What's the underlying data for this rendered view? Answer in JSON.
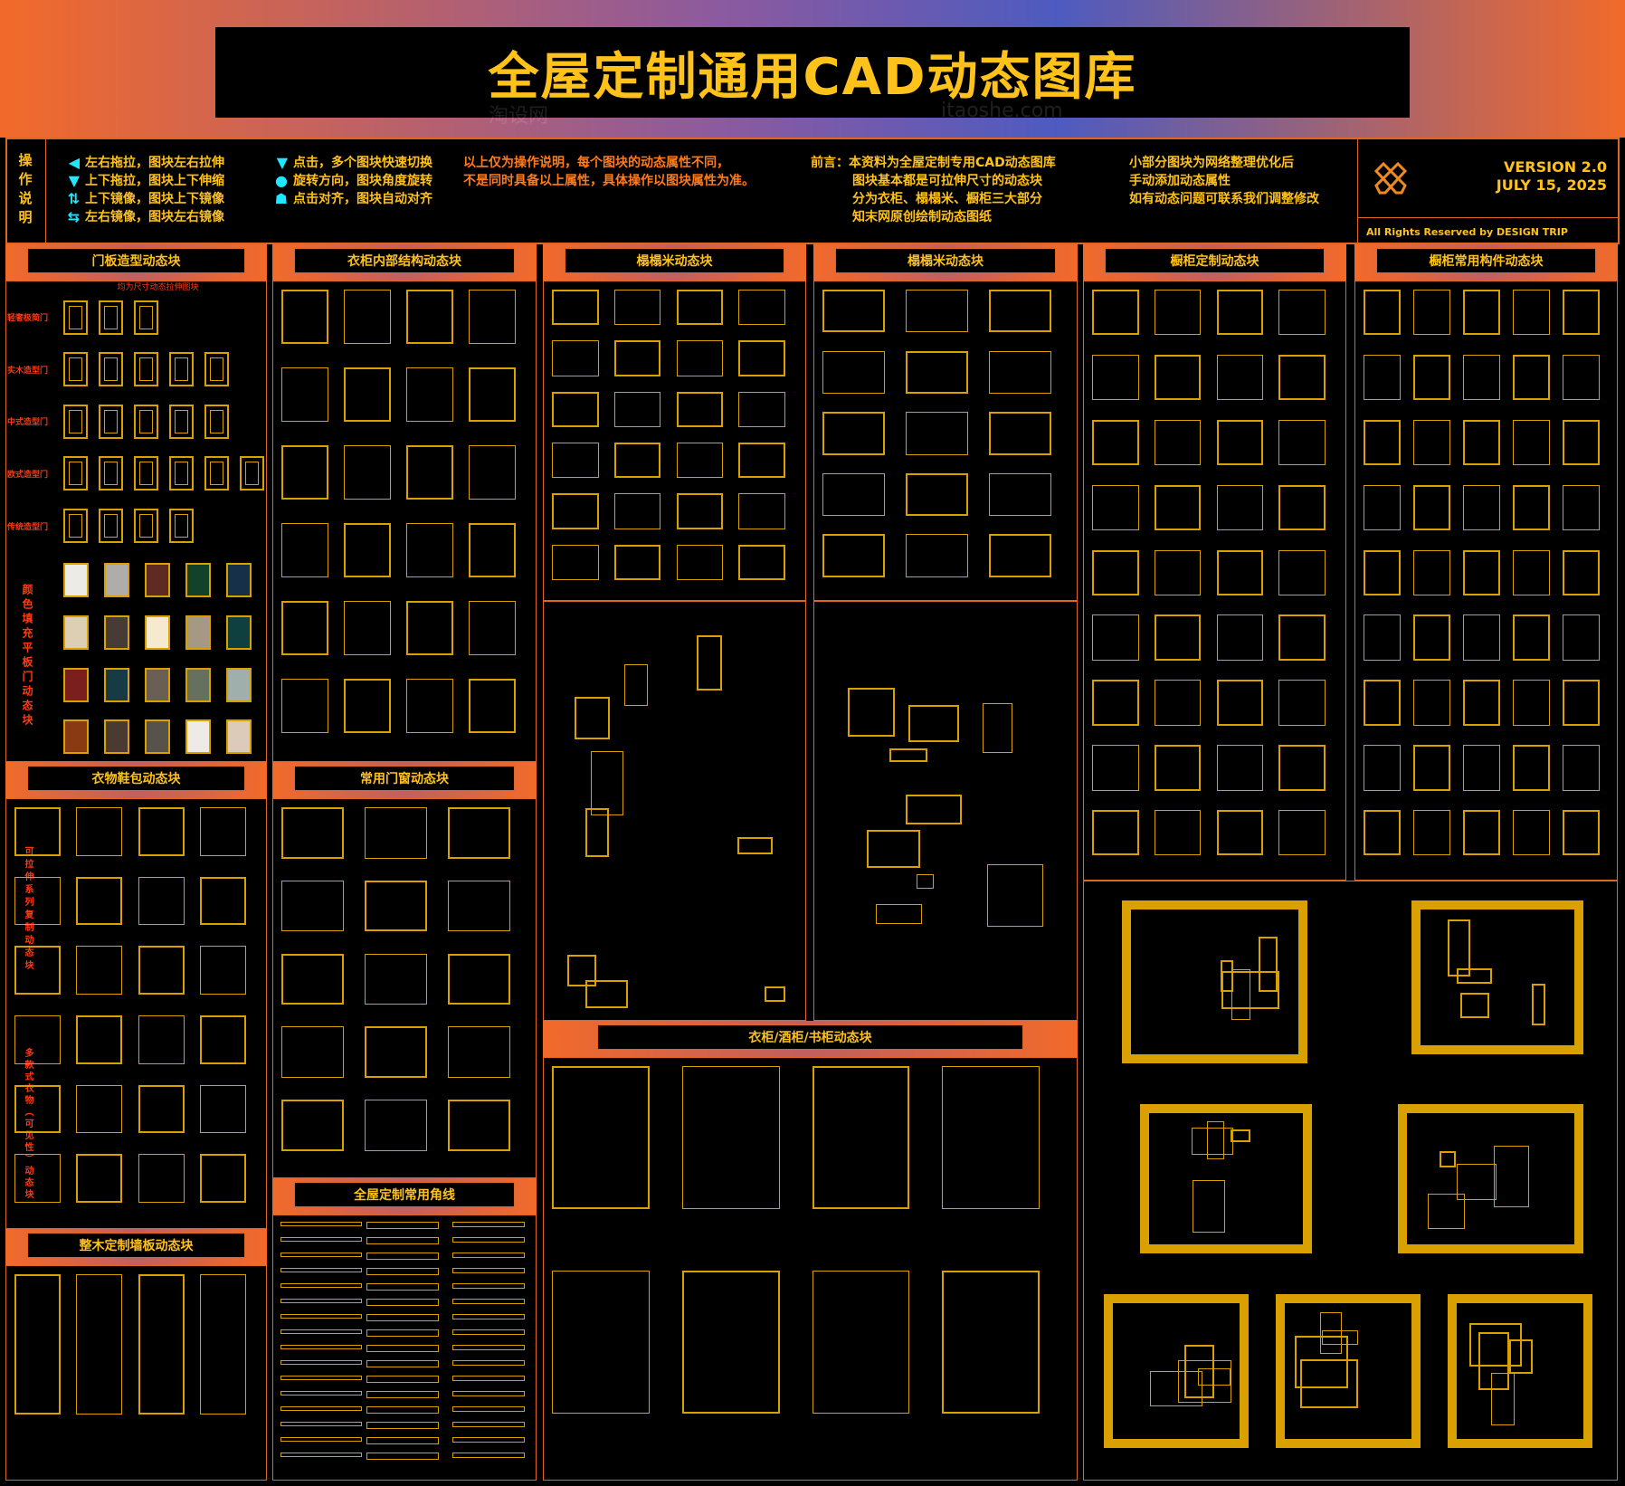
{
  "header": {
    "title": "全屋定制通用CAD动态图库"
  },
  "instructions": {
    "label": "操作说明",
    "left": [
      {
        "icon": "◀",
        "text": "左右拖拉，图块左右拉伸"
      },
      {
        "icon": "▼",
        "text": "上下拖拉，图块上下伸缩"
      },
      {
        "icon": "⇅",
        "text": "上下镜像，图块上下镜像"
      },
      {
        "icon": "⇆",
        "text": "左右镜像，图块左右镜像"
      }
    ],
    "middle": [
      {
        "icon": "▼",
        "text": "点击，多个图块快速切换"
      },
      {
        "icon": "●",
        "text": "旋转方向，图块角度旋转"
      },
      {
        "icon": "☗",
        "text": "点击对齐，图块自动对齐"
      }
    ],
    "note": [
      "以上仅为操作说明，每个图块的动态属性不同，",
      "不是同时具备以上属性，具体操作以图块属性为准。"
    ],
    "preface": [
      "前言：本资料为全屋定制专用CAD动态图库",
      "图块基本都是可拉伸尺寸的动态块",
      "分为衣柜、榻榻米、橱柜三大部分",
      "知末网原创绘制动态图纸"
    ],
    "extra": [
      "小部分图块为网络整理优化后",
      "手动添加动态属性",
      "如有动态问题可联系我们调整修改"
    ],
    "version": "VERSION 2.0",
    "date": "JULY 15, 2025",
    "rights": "All Rights Reserved by DESIGN TRIP"
  },
  "sections": {
    "door_panels": "门板造型动态块",
    "wardrobe_interior": "衣柜内部结构动态块",
    "tatami_1": "榻榻米动态块",
    "tatami_2": "榻榻米动态块",
    "cabinet_custom": "橱柜定制动态块",
    "cabinet_parts": "橱柜常用构件动态块",
    "clothes": "衣物鞋包动态块",
    "doors_windows": "常用门窗动态块",
    "wall_panels": "整木定制墙板动态块",
    "mouldings": "全屋定制常用角线",
    "wardrobes": "衣柜/酒柜/书柜动态块"
  },
  "door_table": {
    "header": "均为尺寸动态拉伸图块",
    "rows": [
      "轻奢极简门",
      "实木造型门",
      "中式造型门",
      "欧式造型门",
      "传统造型门"
    ],
    "color_label": "颜色填充平板门动态块",
    "swatches": [
      "#ecebe6",
      "#aeadaa",
      "#5e2a22",
      "#12432a",
      "#17304a",
      "#ddcfb4",
      "#473b36",
      "#f5e9cf",
      "#a59985",
      "#0f4040",
      "#7a1e1e",
      "#183a44",
      "#6a5e55",
      "#66705e",
      "#9fb0ac",
      "#8a3a12",
      "#4a3a32",
      "#57524a",
      "#eeebe6",
      "#dccbb8"
    ],
    "clothes_label": "可拉伸系列复制动态块",
    "bags_label": "多款式衣物（可见性）动态块"
  },
  "colors": {
    "accent": "#e0651e",
    "lines": "#d9a000",
    "title": "#ffc21a"
  }
}
